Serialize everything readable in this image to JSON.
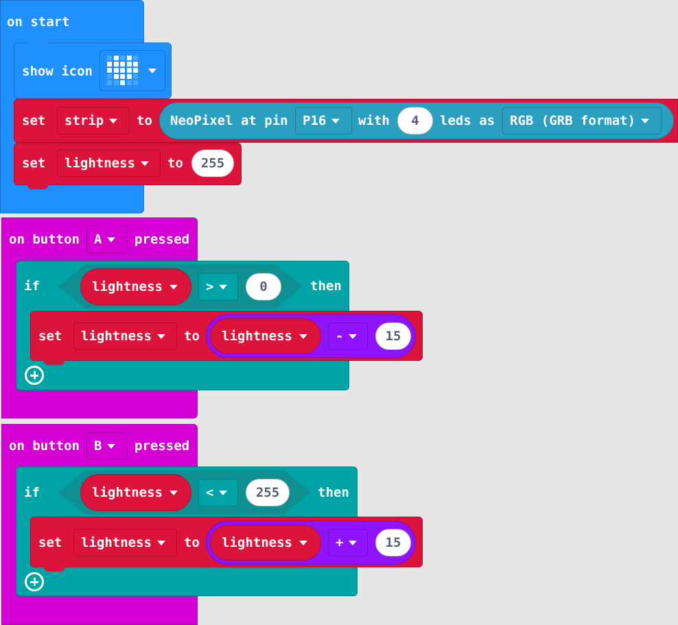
{
  "on_start": {
    "hat_label": "on start",
    "show_icon": {
      "label": "show icon",
      "icon": "heart-icon"
    },
    "set_strip": {
      "set": "set",
      "variable": "strip",
      "to": "to",
      "neopixel_label": "NeoPixel at pin",
      "pin": "P16",
      "with": "with",
      "leds_count": "4",
      "leds_as": "leds as",
      "mode": "RGB (GRB format)"
    },
    "set_lightness": {
      "set": "set",
      "variable": "lightness",
      "to": "to",
      "value": "255"
    }
  },
  "button_a": {
    "on_button": "on button",
    "button": "A",
    "pressed": "pressed",
    "if": "if",
    "then": "then",
    "condition": {
      "left": "lightness",
      "op": ">",
      "right": "0"
    },
    "set": {
      "set": "set",
      "variable": "lightness",
      "to": "to",
      "expr_left": "lightness",
      "op": "-",
      "value": "15"
    }
  },
  "button_b": {
    "on_button": "on button",
    "button": "B",
    "pressed": "pressed",
    "if": "if",
    "then": "then",
    "condition": {
      "left": "lightness",
      "op": "<",
      "right": "255"
    },
    "set": {
      "set": "set",
      "variable": "lightness",
      "to": "to",
      "expr_left": "lightness",
      "op": "+",
      "value": "15"
    }
  },
  "colors": {
    "basic": "#1e90ff",
    "input": "#d400d4",
    "logic": "#00a4a6",
    "variables": "#dc143c",
    "math": "#9013fe",
    "neopixel": "#2b9fc0",
    "workspace": "#e6e6e6"
  }
}
